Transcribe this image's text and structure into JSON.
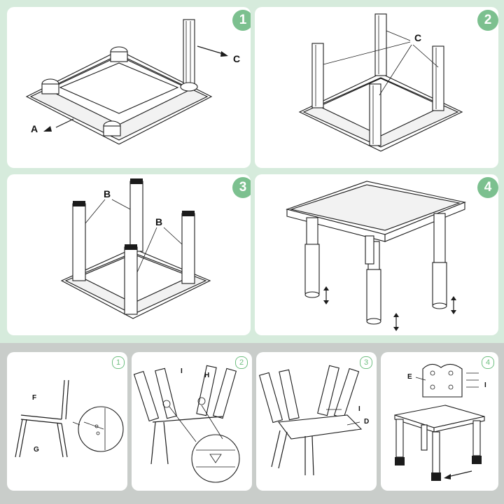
{
  "steps": {
    "table": [
      {
        "number": "1",
        "labels": [
          "A",
          "C"
        ]
      },
      {
        "number": "2",
        "labels": [
          "C"
        ]
      },
      {
        "number": "3",
        "labels": [
          "B",
          "B"
        ]
      },
      {
        "number": "4",
        "labels": []
      }
    ],
    "chair": [
      {
        "number": "1",
        "labels": [
          "F",
          "G"
        ]
      },
      {
        "number": "2",
        "labels": [
          "I",
          "H"
        ]
      },
      {
        "number": "3",
        "labels": [
          "I",
          "D"
        ]
      },
      {
        "number": "4",
        "labels": [
          "E",
          "I"
        ]
      }
    ]
  },
  "colors": {
    "badge": "#7cc08f",
    "background": "#d6ebdc",
    "panel": "#ffffff"
  }
}
